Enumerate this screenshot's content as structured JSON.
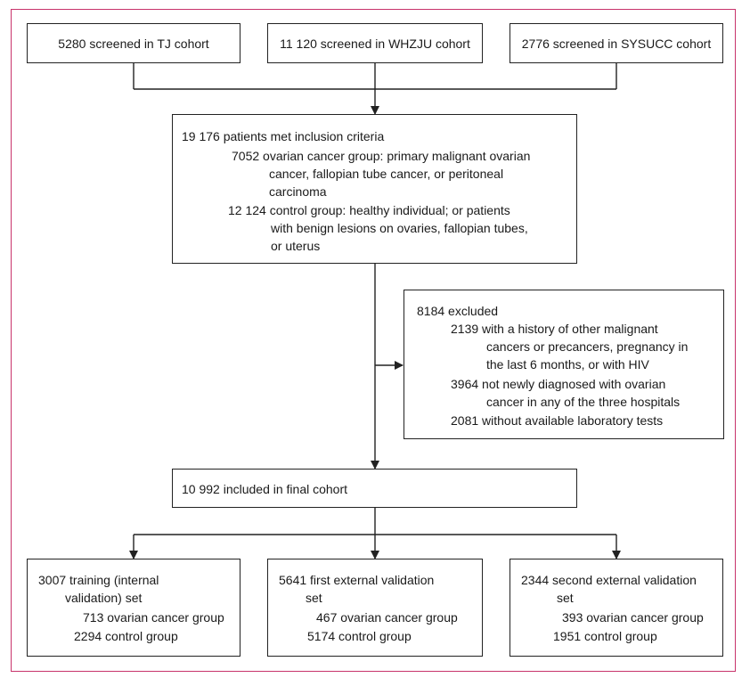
{
  "screening": {
    "tj": "5280 screened in TJ cohort",
    "whzju": "11 120 screened in WHZJU cohort",
    "sysucc": "2776 screened in SYSUCC cohort"
  },
  "inclusion": {
    "title": "19 176 patients met inclusion criteria",
    "ovarian_1": "7052 ovarian cancer group:  primary malignant ovarian",
    "ovarian_2": "cancer, fallopian tube cancer, or peritoneal",
    "ovarian_3": "carcinoma",
    "control_1": "12 124 control group: healthy individual; or patients",
    "control_2": "with benign lesions on ovaries, fallopian tubes,",
    "control_3": "or uterus"
  },
  "excluded": {
    "title": "8184 excluded",
    "a1": "2139 with a history of other malignant",
    "a2": "cancers or precancers, pregnancy in",
    "a3": "the last 6 months, or with HIV",
    "b1": "3964 not newly diagnosed with ovarian",
    "b2": "cancer in any of the three hospitals",
    "c1": "2081 without available laboratory tests"
  },
  "final": {
    "title": "10 992 included in final cohort"
  },
  "training": {
    "l1": "3007 training (internal",
    "l2": "validation) set",
    "l3": "713 ovarian cancer group",
    "l4": "2294 control group"
  },
  "first_external": {
    "l1": "5641 first external validation",
    "l2": "set",
    "l3": "467 ovarian cancer group",
    "l4": "5174 control group"
  },
  "second_external": {
    "l1": "2344 second external validation",
    "l2": "set",
    "l3": "393 ovarian cancer group",
    "l4": "1951 control group"
  },
  "colors": {
    "frame": "#c8336b",
    "line": "#222222"
  }
}
